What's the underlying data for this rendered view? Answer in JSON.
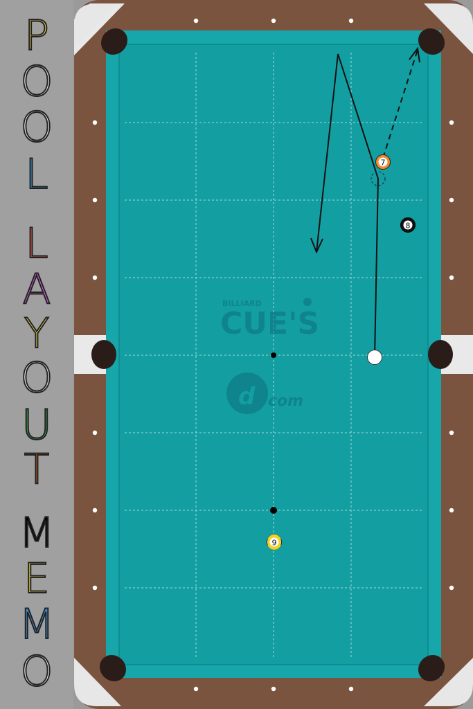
{
  "side_title": {
    "letters": [
      {
        "char": "P",
        "color": "#f4d03a"
      },
      {
        "char": "O",
        "color": "#ffffff"
      },
      {
        "char": "O",
        "color": "#ffffff"
      },
      {
        "char": "L",
        "color": "#3aa3e8"
      },
      {
        "char": "L",
        "color": "#ef5d4a"
      },
      {
        "char": "A",
        "color": "#e25be6"
      },
      {
        "char": "Y",
        "color": "#f3df4c"
      },
      {
        "char": "O",
        "color": "#ffffff"
      },
      {
        "char": "U",
        "color": "#3bab55"
      },
      {
        "char": "T",
        "color": "#c0581f"
      },
      {
        "char": "M",
        "color": "#000000"
      },
      {
        "char": "E",
        "color": "#f2dd3c"
      },
      {
        "char": "M",
        "color": "#3a8fd8"
      },
      {
        "char": "O",
        "color": "#ffffff"
      }
    ]
  },
  "table": {
    "cloth_color": "#139ea2",
    "rail_color": "#7b5440",
    "cushion_color": "#17a7aa",
    "logo": {
      "small": "BILLIARD",
      "main": "CUE'S",
      "sub": "com"
    }
  },
  "balls": [
    {
      "id": "cue",
      "label": "",
      "color": "#ffffff"
    },
    {
      "id": "7",
      "label": "7",
      "color": "#f08a2a"
    },
    {
      "id": "8",
      "label": "8",
      "color": "#111111"
    },
    {
      "id": "9",
      "label": "9",
      "color": "#f3d21e"
    }
  ],
  "icons": [
    "cue-path-arrow-icon",
    "object-ball-path-arrow-icon",
    "ghost-ball-icon",
    "spot-icon"
  ]
}
